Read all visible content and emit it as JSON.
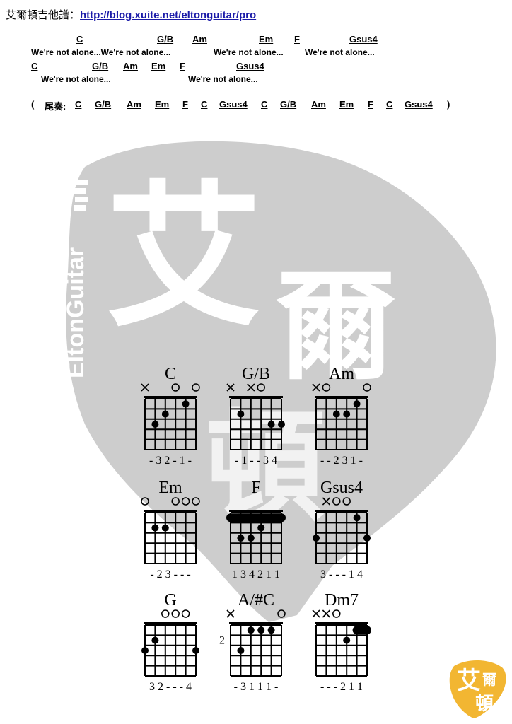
{
  "header": {
    "label": "艾爾頓吉他譜：",
    "link": "http://blog.xuite.net/eltonguitar/pro"
  },
  "sheet": {
    "line1_chords": [
      "C",
      "G/B",
      "Am",
      "Em",
      "F",
      "Gsus4"
    ],
    "line1_lyrics": [
      "We're not alone...We're not alone...",
      "We're not alone...",
      "We're not alone..."
    ],
    "line2_chords": [
      "C",
      "G/B",
      "Am",
      "Em",
      "F",
      "Gsus4"
    ],
    "line2_lyrics": [
      "We're not alone...",
      "We're not alone..."
    ]
  },
  "outro": {
    "open": "(",
    "label": "尾奏:",
    "chords": [
      "C",
      "G/B",
      "Am",
      "Em",
      "F",
      "C",
      "Gsus4",
      "C",
      "G/B",
      "Am",
      "Em",
      "F",
      "C",
      "Gsus4"
    ],
    "close": ")"
  },
  "watermark": {
    "brand": "EltonGuitar",
    "chars": [
      "艾",
      "爾",
      "頓"
    ],
    "color": "#c9c9c9"
  },
  "chord_diagrams": [
    {
      "name": "C",
      "markers": [
        "x",
        "",
        "",
        "o",
        "",
        "o"
      ],
      "dots": [
        [
          5,
          3
        ],
        [
          4,
          2
        ],
        [
          2,
          1
        ]
      ],
      "barre": null,
      "fret_label": "",
      "fingering": "- 3 2 - 1 -"
    },
    {
      "name": "G/B",
      "markers": [
        "x",
        "",
        "x",
        "o",
        "",
        ""
      ],
      "dots": [
        [
          5,
          2
        ],
        [
          2,
          3
        ],
        [
          1,
          3
        ]
      ],
      "barre": null,
      "fret_label": "",
      "fingering": "- 1 - - 3 4"
    },
    {
      "name": "Am",
      "markers": [
        "x",
        "o",
        "",
        "",
        "",
        "o"
      ],
      "dots": [
        [
          4,
          2
        ],
        [
          3,
          2
        ],
        [
          2,
          1
        ]
      ],
      "barre": null,
      "fret_label": "",
      "fingering": "- - 2 3 1 -"
    },
    {
      "name": "Em",
      "markers": [
        "o",
        "",
        "",
        "o",
        "o",
        "o"
      ],
      "dots": [
        [
          5,
          2
        ],
        [
          4,
          2
        ]
      ],
      "barre": null,
      "fret_label": "",
      "fingering": "- 2 3 - - -"
    },
    {
      "name": "F",
      "markers": [
        "",
        "",
        "",
        "",
        "",
        ""
      ],
      "dots": [
        [
          5,
          3
        ],
        [
          4,
          3
        ],
        [
          3,
          2
        ]
      ],
      "barre": {
        "fret": 1,
        "from": 6,
        "to": 1
      },
      "fret_label": "",
      "fingering": "1 3 4 2 1 1"
    },
    {
      "name": "Gsus4",
      "markers": [
        "",
        "x",
        "o",
        "o",
        "",
        ""
      ],
      "dots": [
        [
          6,
          3
        ],
        [
          2,
          1
        ],
        [
          1,
          3
        ]
      ],
      "barre": null,
      "fret_label": "",
      "fingering": "3 - - - 1 4"
    },
    {
      "name": "G",
      "markers": [
        "",
        "",
        "o",
        "o",
        "o",
        ""
      ],
      "dots": [
        [
          6,
          3
        ],
        [
          5,
          2
        ],
        [
          1,
          3
        ]
      ],
      "barre": null,
      "fret_label": "",
      "fingering": "3 2 - - - 4"
    },
    {
      "name": "A/#C",
      "markers": [
        "x",
        "",
        "",
        "",
        "",
        "o"
      ],
      "dots": [
        [
          5,
          3
        ],
        [
          4,
          1
        ],
        [
          3,
          1
        ],
        [
          2,
          1
        ]
      ],
      "barre": null,
      "fret_label": "2",
      "fingering": "- 3 1 1 1 -"
    },
    {
      "name": "Dm7",
      "markers": [
        "x",
        "x",
        "o",
        "",
        "",
        ""
      ],
      "dots": [
        [
          3,
          2
        ]
      ],
      "barre": {
        "fret": 1,
        "from": 2,
        "to": 1
      },
      "fret_label": "",
      "fingering": "- - - 2 1 1"
    }
  ]
}
